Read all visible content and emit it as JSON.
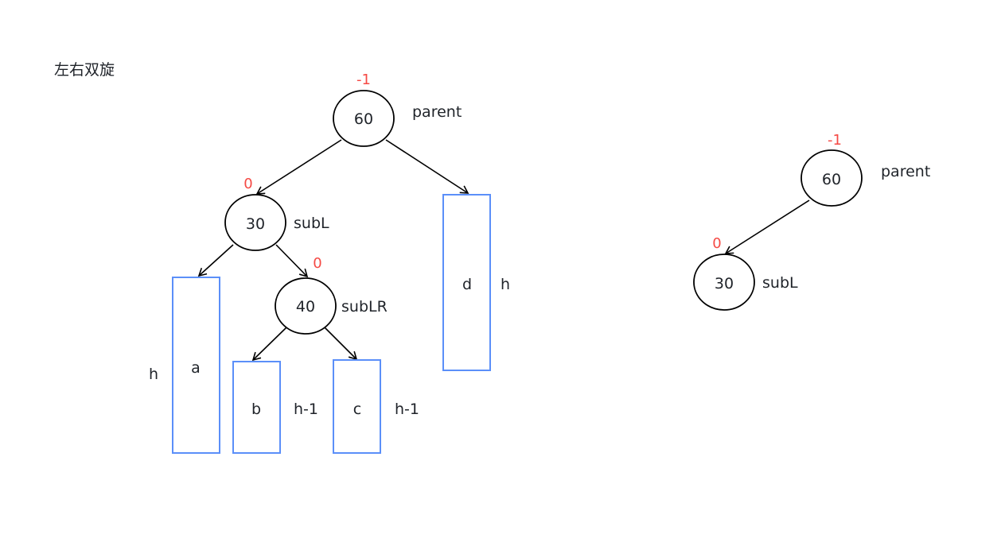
{
  "title": "左右双旋",
  "colors": {
    "balance_factor": "#f54a45",
    "subtree_box": "#5b8ff9",
    "text": "#1f2329",
    "stroke": "#000000"
  },
  "left_tree": {
    "nodes": [
      {
        "id": "n60",
        "value": "60",
        "role": "parent",
        "bf": "-1"
      },
      {
        "id": "n30",
        "value": "30",
        "role": "subL",
        "bf": "0"
      },
      {
        "id": "n40",
        "value": "40",
        "role": "subLR",
        "bf": "0"
      }
    ],
    "subtrees": [
      {
        "id": "a",
        "label": "a",
        "height": "h"
      },
      {
        "id": "b",
        "label": "b",
        "height": "h-1"
      },
      {
        "id": "c",
        "label": "c",
        "height": "h-1"
      },
      {
        "id": "d",
        "label": "d",
        "height": "h"
      }
    ],
    "edges": [
      {
        "from": "n60",
        "to": "n30"
      },
      {
        "from": "n60",
        "to": "d"
      },
      {
        "from": "n30",
        "to": "a"
      },
      {
        "from": "n30",
        "to": "n40"
      },
      {
        "from": "n40",
        "to": "b"
      },
      {
        "from": "n40",
        "to": "c"
      }
    ]
  },
  "right_tree": {
    "nodes": [
      {
        "id": "m60",
        "value": "60",
        "role": "parent",
        "bf": "-1"
      },
      {
        "id": "m30",
        "value": "30",
        "role": "subL",
        "bf": "0"
      }
    ],
    "edges": [
      {
        "from": "m60",
        "to": "m30"
      }
    ]
  }
}
